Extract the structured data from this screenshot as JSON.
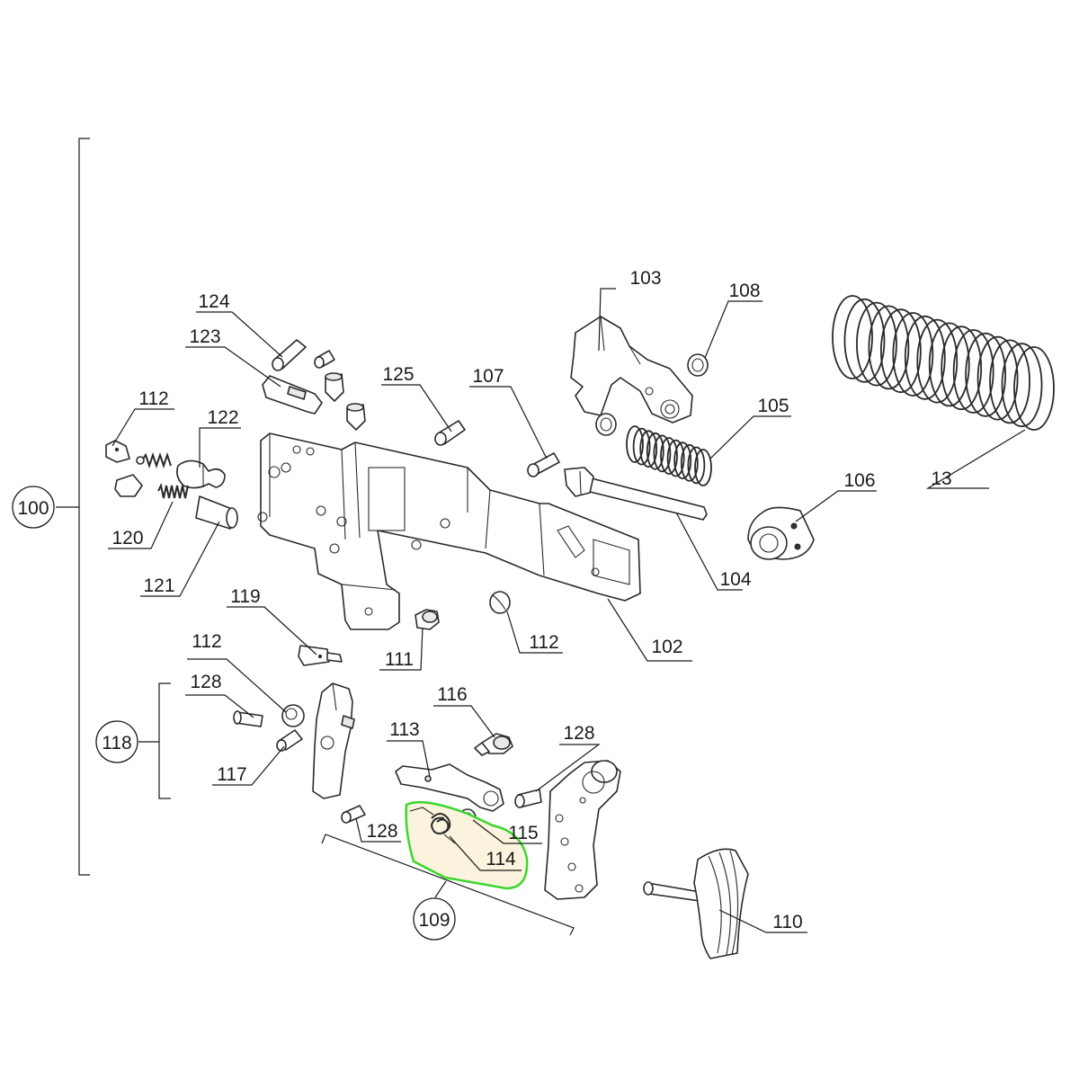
{
  "labels": {
    "p100": "100",
    "p118": "118",
    "p109": "109",
    "p13": "13",
    "p102": "102",
    "p103": "103",
    "p104": "104",
    "p105": "105",
    "p106": "106",
    "p107": "107",
    "p108": "108",
    "p110": "110",
    "p111": "111",
    "p112a": "112",
    "p112b": "112",
    "p112c": "112",
    "p113": "113",
    "p114": "114",
    "p115": "115",
    "p116": "116",
    "p117": "117",
    "p119": "119",
    "p120": "120",
    "p121": "121",
    "p122": "122",
    "p123": "123",
    "p124": "124",
    "p125": "125",
    "p128a": "128",
    "p128b": "128",
    "p128c": "128"
  },
  "highlight": {
    "part": "114",
    "stroke_color": "#3bd62b",
    "fill_color": "#fbf3dd"
  }
}
